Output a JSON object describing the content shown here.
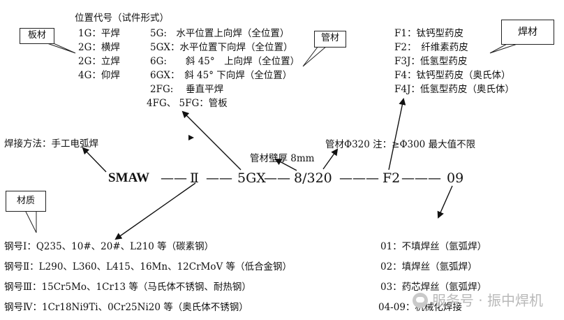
{
  "position_code": {
    "heading": "位置代号（试件形式）",
    "plate_rows": [
      "1G：平焊",
      "2G：横焊",
      "2G：立焊",
      "4G：仰焊"
    ],
    "pipe_rows": [
      "5G:　水平位置上向焊（全位置）",
      "5GX：水平位置下向焊（全位置）",
      "6G:　　斜 45°　上向焊（全位置）",
      "6GX：　斜 45° 下向焊（全位置）",
      "2FG:　 垂直平焊",
      "4FG、 5FG：管板"
    ]
  },
  "callouts": {
    "plate": "板材",
    "pipe": "管材",
    "electrode": "焊材",
    "material": "材质"
  },
  "electrodes": [
    "F1：钛钙型药皮",
    "F2：　纤维素药皮",
    "F3J：低氢型药皮",
    "F4：钛钙型药皮（奥氏体）",
    "F4J：低氢型药皮（奥氏体）"
  ],
  "method": "焊接方法：手工电弧焊",
  "wall_thickness": "管材壁厚 8mm",
  "pipe_diameter_note": "管材Φ320 注：≥Φ300 最大值不限",
  "code": {
    "process": "SMAW",
    "sep1": "——",
    "material": "Ⅱ",
    "sep2": "——",
    "position": "5GX",
    "sep3": "——",
    "size": "8/320",
    "sep4": "———",
    "electrode": "F2",
    "sep5": "———",
    "wire": "09"
  },
  "materials": [
    "钢号Ⅰ：Q235、10#、20#、L210 等（碳素钢）",
    "钢号Ⅱ：L290、L360、L415、16Mn、12CrMoV 等（低合金钢）",
    "钢号Ⅲ：15Cr5Mo、1Cr13 等（马氏体不锈钢、耐热钢）",
    "钢号Ⅳ：1Cr18Ni9Ti、0Cr25Ni20 等（奥氏体不锈钢）"
  ],
  "wires": [
    "01：不填焊丝（氩弧焊）",
    "02：填焊丝（氩弧焊）",
    "03：药芯焊丝（氩弧焊）",
    "04-09：机械化焊接"
  ],
  "watermark": "服务号 · 振中焊机"
}
